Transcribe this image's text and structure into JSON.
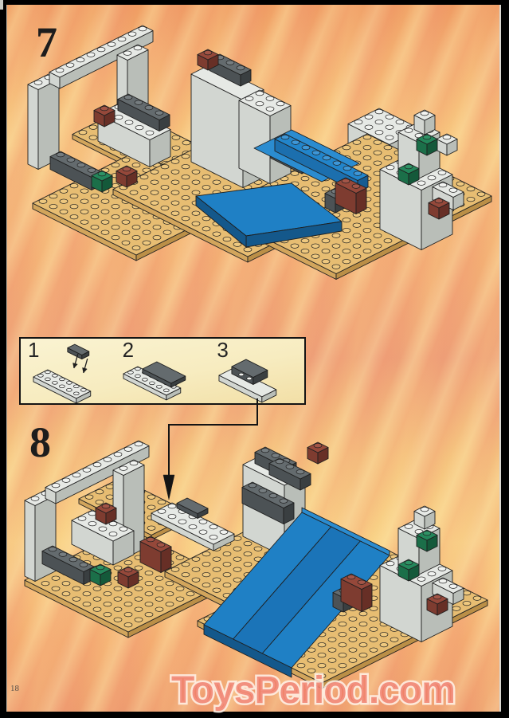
{
  "page": {
    "number": "18",
    "watermark": "ToysPeriod.com"
  },
  "steps": [
    {
      "label": "7"
    },
    {
      "label": "8"
    }
  ],
  "parts_box": {
    "items": [
      {
        "num": "1"
      },
      {
        "num": "2"
      },
      {
        "num": "3"
      }
    ]
  },
  "colors": {
    "page_border": "#000000",
    "bg_orange": "#f2a76d",
    "bg_yellow": "#f8cd82",
    "bg_salmon": "#ef9f76",
    "box_bg": "#f8efcb",
    "step_number": "#1d1d1d",
    "watermark_fill": "#ee7765",
    "watermark_outline": "#fff2ea",
    "line": "#1f1f1f",
    "lego": {
      "gray": {
        "t": "#e6e9e5",
        "l": "#d2d6d1",
        "r": "#b9beb8",
        "s": "#f1f3f0"
      },
      "darkgray": {
        "t": "#646b6e",
        "l": "#4c5255",
        "r": "#3a3f41",
        "s": "#767d80"
      },
      "tan": {
        "t": "#e7bd72",
        "l": "#d2a55c",
        "r": "#bb8f47",
        "s": "#eec87f"
      },
      "blue": {
        "t": "#2285cb",
        "l": "#1c6fae",
        "r": "#165c92",
        "s": "#3e97d7"
      },
      "green": {
        "t": "#23865a",
        "l": "#1b6f49",
        "r": "#14593a",
        "s": "#2f9265"
      },
      "darkred": {
        "t": "#95483a",
        "l": "#7e3c30",
        "r": "#672f26",
        "s": "#a25547"
      },
      "slope_face": "#1f80c5",
      "slope_face2": "#1b74b8",
      "slope_edge": "#14588b",
      "pond": "#2b8cd0"
    }
  }
}
